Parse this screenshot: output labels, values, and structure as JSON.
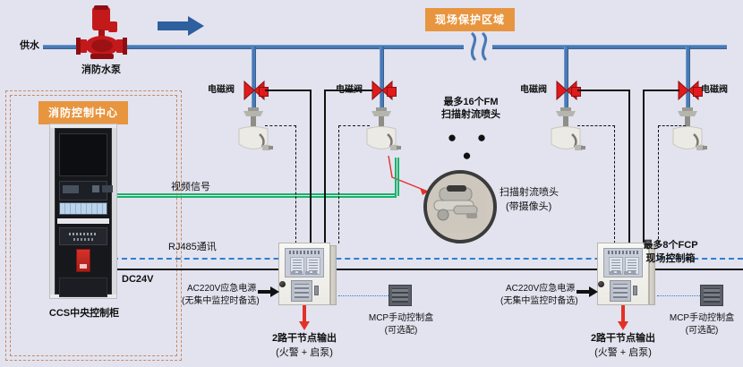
{
  "diagram": {
    "title_zone_field": "现场保护区域",
    "title_zone_control": "消防控制中心",
    "labels": {
      "water_supply": "供水",
      "fire_pump": "消防水泵",
      "solenoid_valve": "电磁阀",
      "ccs_cabinet": "CCS中央控制柜",
      "video_signal": "视频信号",
      "rj485": "RJ485通讯",
      "dc24v": "DC24V",
      "max_fm_line1": "最多16个FM",
      "max_fm_line2": "扫描射流喷头",
      "nozzle_callout_line1": "扫描射流喷头",
      "nozzle_callout_line2": "(带摄像头)",
      "max_fcp_line1": "最多8个FCP",
      "max_fcp_line2": "现场控制箱",
      "ac220v_line1": "AC220V应急电源",
      "ac220v_line2": "(无集中监控时备选)",
      "dry_contact_line1": "2路干节点输出",
      "dry_contact_line2": "(火警 + 启泵)",
      "mcp_line1": "MCP手动控制盒",
      "mcp_line2": "(可选配)",
      "ellipsis": "●  ●  ●"
    },
    "colors": {
      "background": "#e2e3ef",
      "pipe": "#4a7ab5",
      "valve_red": "#e11b1b",
      "tag_orange": "#e8953f",
      "zone_border": "#c88a63",
      "video_green": "#19b36b",
      "rj485_blue": "#2f7fd0",
      "wire_black": "#111111",
      "arrow_red": "#e33127",
      "arrow_blue": "#2e5f9e"
    },
    "valves": [
      {
        "name": "solenoid-valve-1"
      },
      {
        "name": "solenoid-valve-2"
      },
      {
        "name": "solenoid-valve-3"
      },
      {
        "name": "solenoid-valve-4"
      }
    ],
    "nozzles": [
      {
        "name": "jet-nozzle-1"
      },
      {
        "name": "jet-nozzle-2"
      },
      {
        "name": "jet-nozzle-3"
      },
      {
        "name": "jet-nozzle-4"
      }
    ],
    "fcp_boxes": [
      {
        "name": "fcp-box-left"
      },
      {
        "name": "fcp-box-right"
      }
    ],
    "mcp_boxes": [
      {
        "name": "mcp-box-left"
      },
      {
        "name": "mcp-box-right"
      }
    ]
  }
}
